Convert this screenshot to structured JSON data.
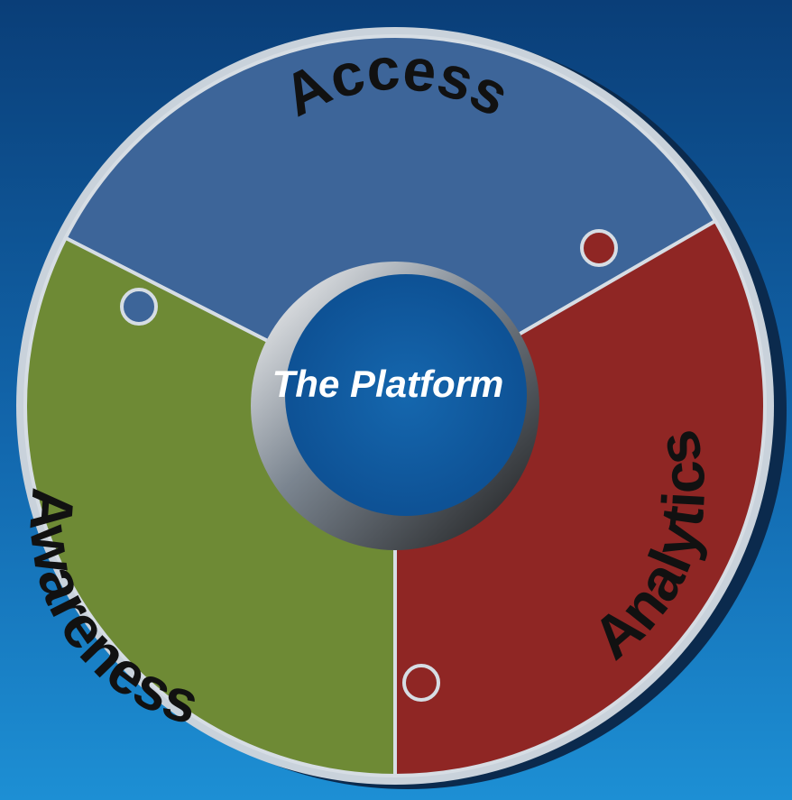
{
  "diagram": {
    "center_label": "The Platform",
    "segments": [
      {
        "label": "Access",
        "color": "#3d6599"
      },
      {
        "label": "Analytics",
        "color": "#8f2624"
      },
      {
        "label": "Awareness",
        "color": "#6e8a35"
      }
    ],
    "colors": {
      "background_top": "#0a3e78",
      "background_bottom": "#1d8fd4",
      "hole": "#0f5ea6",
      "rim": "#b9c4cf"
    }
  }
}
